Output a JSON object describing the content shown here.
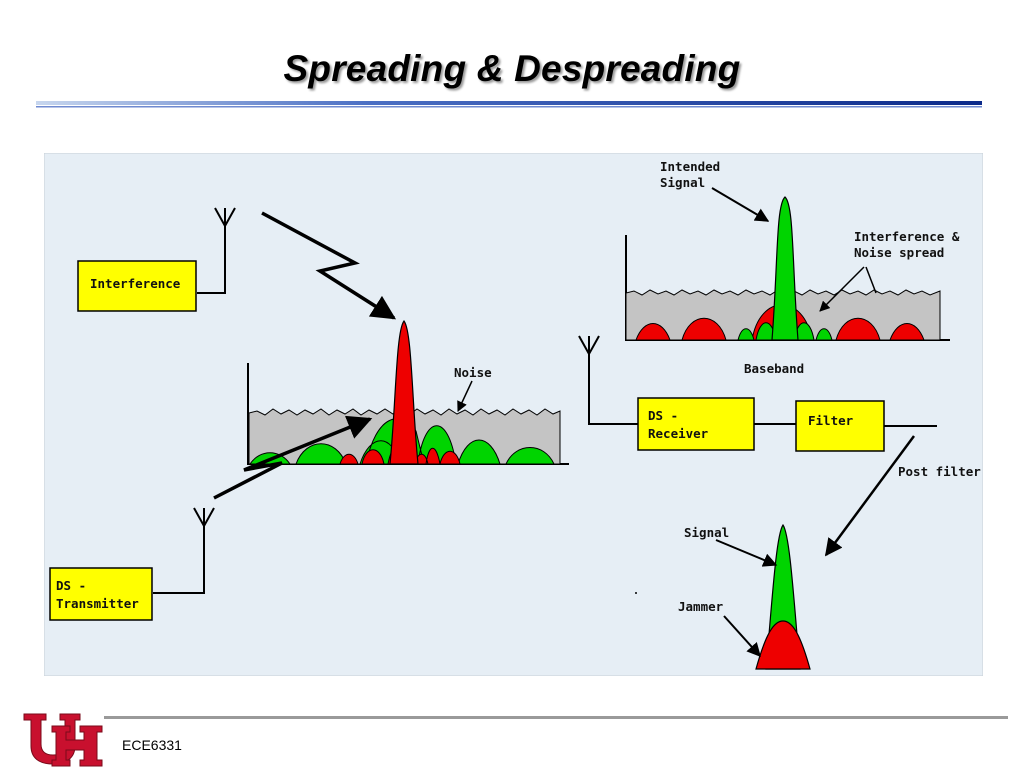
{
  "slide": {
    "title": "Spreading & Despreading",
    "footer": "ECE6331"
  },
  "diagram": {
    "interference_box": "Interference",
    "transmitter_box": [
      "DS -",
      "Transmitter"
    ],
    "receiver_box": [
      "DS -",
      "Receiver"
    ],
    "filter_box": "Filter",
    "noise_label": "Noise",
    "intended_signal_label": [
      "Intended",
      "Signal"
    ],
    "interference_noise_spread_label": [
      "Interference &",
      "Noise spread"
    ],
    "baseband_label": "Baseband",
    "post_filter_label": "Post filter",
    "signal_label": "Signal",
    "jammer_label": "Jammer"
  },
  "colors": {
    "background": "#e6eef5",
    "box_fill": "#ffff00",
    "signal_green": "#00d400",
    "jammer_red": "#ee0000",
    "noise_gray": "#c4c4c4",
    "title_rule": "#1f3f9e"
  }
}
